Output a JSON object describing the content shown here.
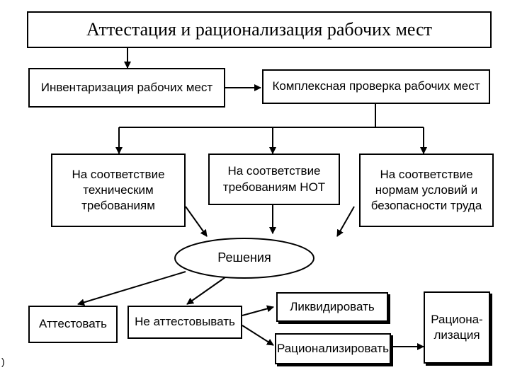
{
  "title": "Аттестация и рационализация рабочих мест",
  "inventory": "Инвентаризация рабочих мест",
  "complex_check": "Комплексная проверка рабочих мест",
  "checks": [
    "На соответствие\nтехническим\nтребованиям",
    "На соответствие\nтребованиям НОТ",
    "На соответствие\nнормам условий и\nбезопасности труда"
  ],
  "decisions": "Решения",
  "certify": "Аттестовать",
  "not_certify": "Не аттестовывать",
  "liquidate": "Ликвидировать",
  "rationalize": "Рационализировать",
  "rationalization": "Рациона-\nлизация",
  "stray_mark": ")"
}
